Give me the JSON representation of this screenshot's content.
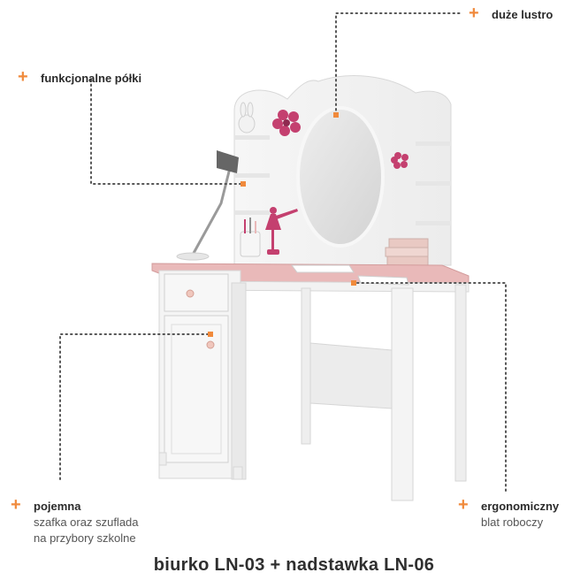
{
  "features": {
    "shelves": {
      "title": "funkcjonalne półki"
    },
    "mirror": {
      "title": "duże lustro"
    },
    "storage": {
      "title": "pojemna",
      "line1": "szafka oraz szuflada",
      "line2": "na przybory szkolne"
    },
    "desktop": {
      "title": "ergonomiczny",
      "line1": "blat roboczy"
    }
  },
  "caption": "biurko LN-03 + nadstawka LN-06",
  "colors": {
    "accent": "#f08a3c",
    "furniture": "#f4f4f4",
    "desktop_top": "#e9b9b9",
    "flower": "#c4406f",
    "guide_dots": "#555555"
  },
  "icons": [
    "plus-icon",
    "dotted-leader-line",
    "desk-illustration",
    "mirror",
    "desk-lamp",
    "ballerina-figure",
    "flower-decoration",
    "bunny-figure"
  ]
}
